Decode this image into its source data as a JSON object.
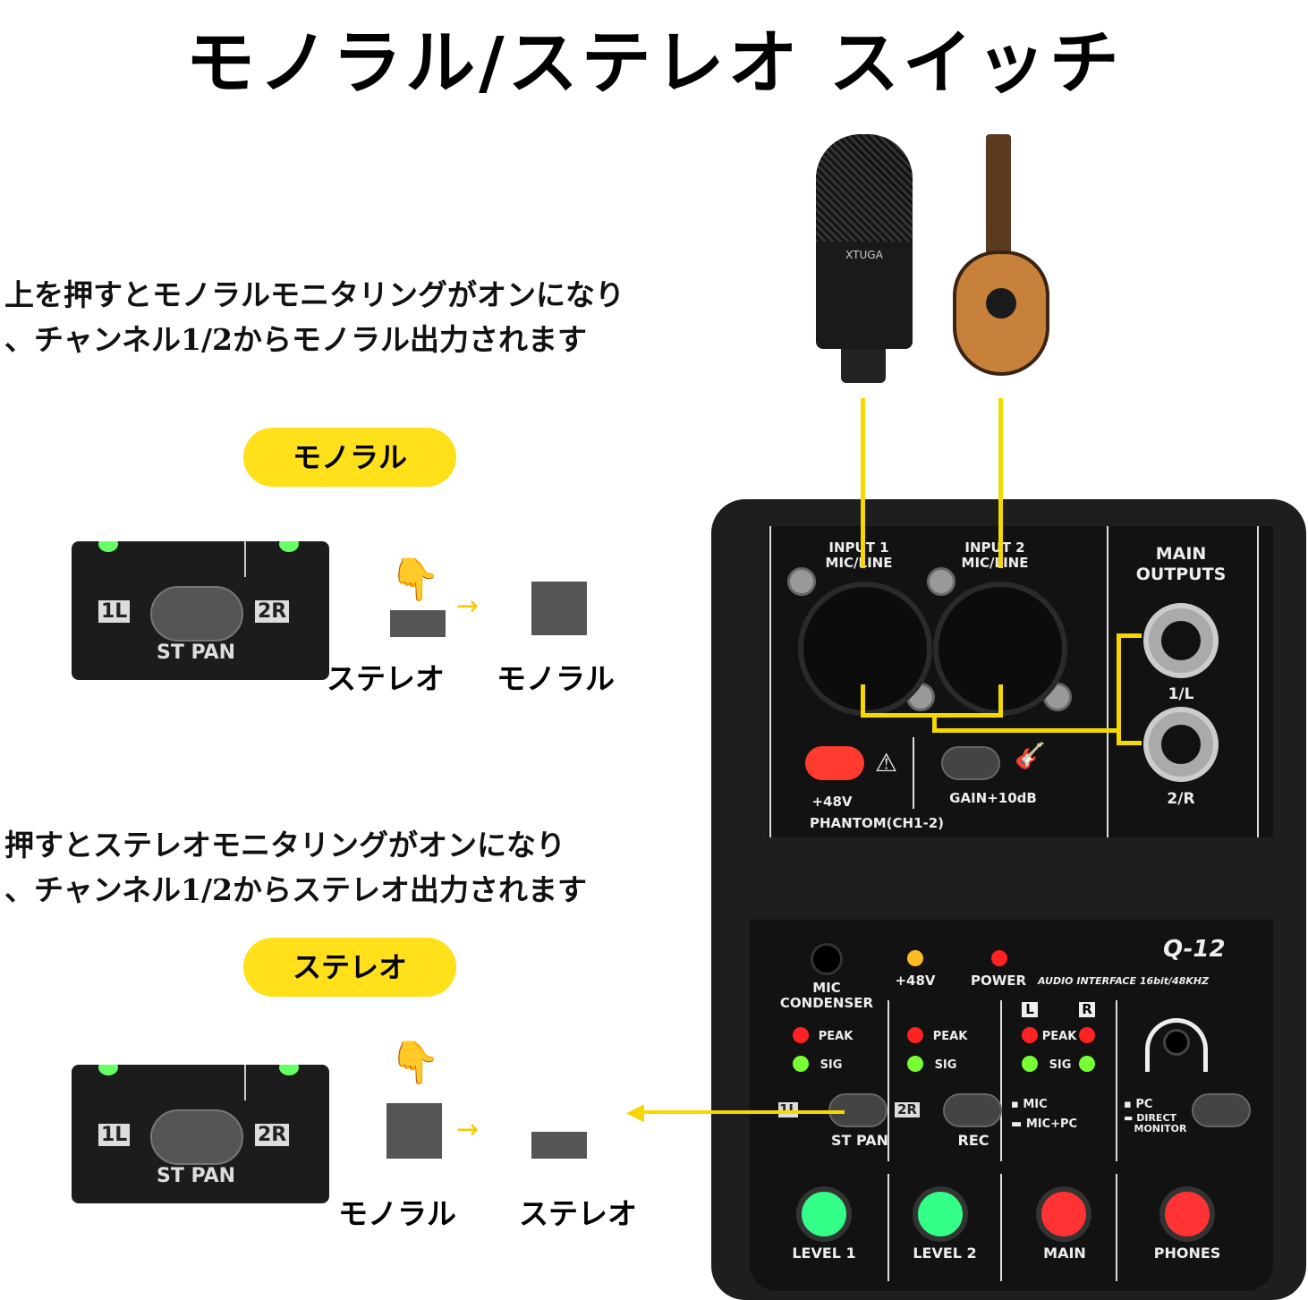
{
  "title": "モノラル/ステレオ スイッチ",
  "mono_desc": [
    "上を押すとモノラルモニタリングがオンになり",
    "、チャンネル1/2からモノラル出力されます"
  ],
  "stereo_desc": [
    "押すとステレオモニタリングがオンになり",
    "、チャンネル1/2からステレオ出力されます"
  ],
  "mono_badge": "モノラル",
  "stereo_badge": "ステレオ",
  "switch_panel": {
    "left": "1L",
    "right": "2R",
    "label": "ST PAN"
  },
  "mono_example": {
    "from": "ステレオ",
    "to": "モノラル"
  },
  "stereo_example": {
    "from": "モノラル",
    "to": "ステレオ"
  },
  "mic_brand": "XTUGA",
  "mixer": {
    "input1": [
      "INPUT 1",
      "MIC/LINE"
    ],
    "input2": [
      "INPUT 2",
      "MIC/LINE"
    ],
    "main_outputs": [
      "MAIN",
      "OUTPUTS"
    ],
    "out_l": "1/L",
    "out_r": "2/R",
    "phantom_btn": "+48V",
    "phantom_label": "PHANTOM(CH1-2)",
    "gain_label": "GAIN+10dB",
    "model": "Q-12",
    "subtitle": "AUDIO INTERFACE 16bit/48KHZ",
    "mic_condenser": [
      "MIC",
      "CONDENSER"
    ],
    "led_48v": "+48V",
    "led_power": "POWER",
    "peak": "PEAK",
    "sig": "SIG",
    "l": "L",
    "r": "R",
    "st_pan": "ST PAN",
    "pan_l": "1L",
    "pan_r": "2R",
    "rec": "REC",
    "mic": "MIC",
    "mic_pc": "MIC+PC",
    "pc": "PC",
    "direct_monitor": [
      "DIRECT",
      "MONITOR"
    ],
    "knobs": [
      "LEVEL 1",
      "LEVEL 2",
      "MAIN",
      "PHONES"
    ]
  },
  "colors": {
    "highlight": "#ffe01a",
    "arrow": "#f5d800",
    "phantom": "#ff3b30"
  }
}
